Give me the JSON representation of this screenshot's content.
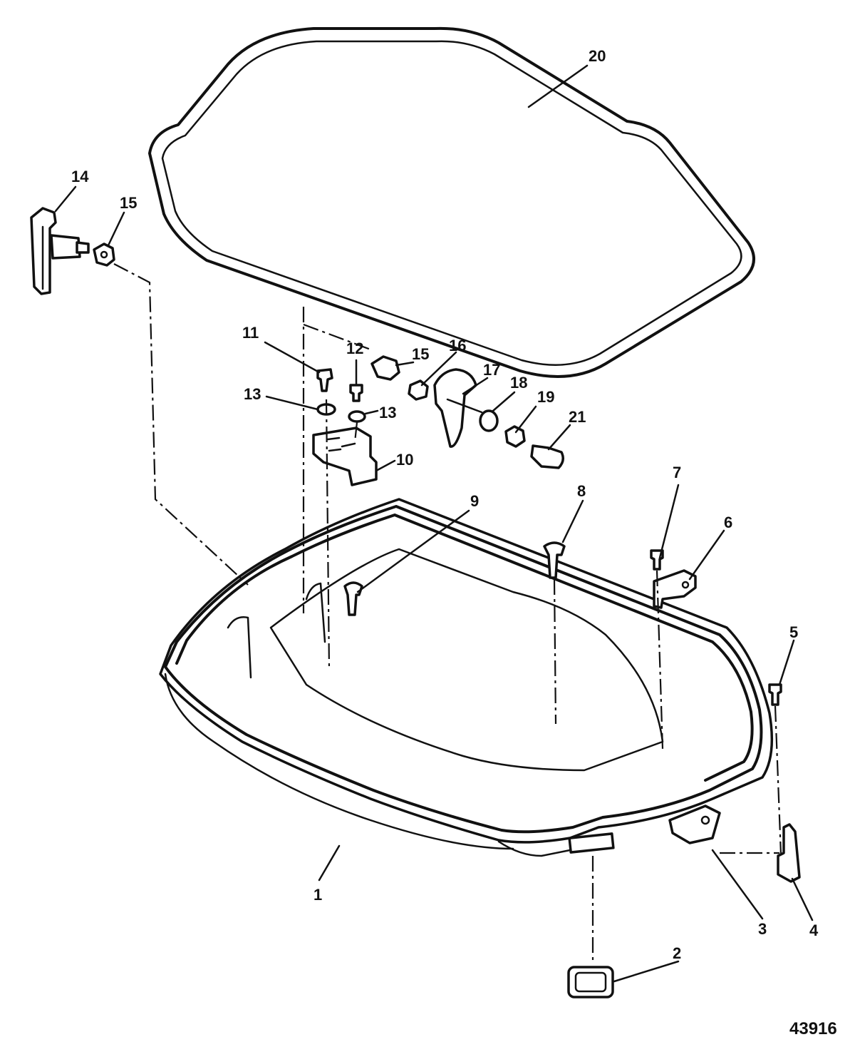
{
  "callouts": {
    "c1": "1",
    "c2": "2",
    "c3": "3",
    "c4": "4",
    "c5": "5",
    "c6": "6",
    "c7": "7",
    "c8": "8",
    "c9": "9",
    "c10": "10",
    "c11": "11",
    "c12": "12",
    "c13a": "13",
    "c13b": "13",
    "c14": "14",
    "c15a": "15",
    "c15b": "15",
    "c16": "16",
    "c17": "17",
    "c18": "18",
    "c19": "19",
    "c20": "20",
    "c21": "21"
  },
  "figure_number": "43916"
}
